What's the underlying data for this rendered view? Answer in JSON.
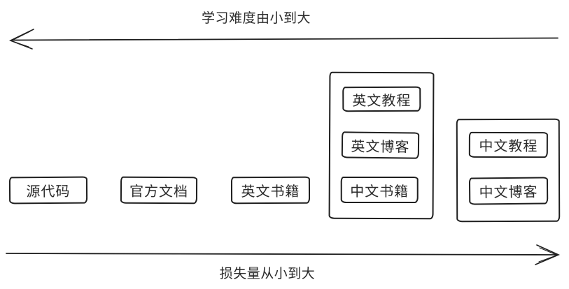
{
  "diagram": {
    "background": "#ffffff",
    "stroke_color": "#1f1f1f",
    "text_color": "#2b2b2b"
  },
  "axes": {
    "top": {
      "label": "学习难度由小到大",
      "direction": "left"
    },
    "bottom": {
      "label": "损失量从小到大",
      "direction": "right"
    }
  },
  "nodes": [
    {
      "id": "source-code",
      "label": "源代码"
    },
    {
      "id": "official-docs",
      "label": "官方文档"
    },
    {
      "id": "english-books",
      "label": "英文书籍"
    }
  ],
  "groups": [
    {
      "id": "group-english-resources",
      "items": [
        {
          "id": "english-tutorials",
          "label": "英文教程"
        },
        {
          "id": "english-blogs",
          "label": "英文博客"
        },
        {
          "id": "chinese-books",
          "label": "中文书籍"
        }
      ]
    },
    {
      "id": "group-chinese-resources",
      "items": [
        {
          "id": "chinese-tutorials",
          "label": "中文教程"
        },
        {
          "id": "chinese-blogs",
          "label": "中文博客"
        }
      ]
    }
  ]
}
